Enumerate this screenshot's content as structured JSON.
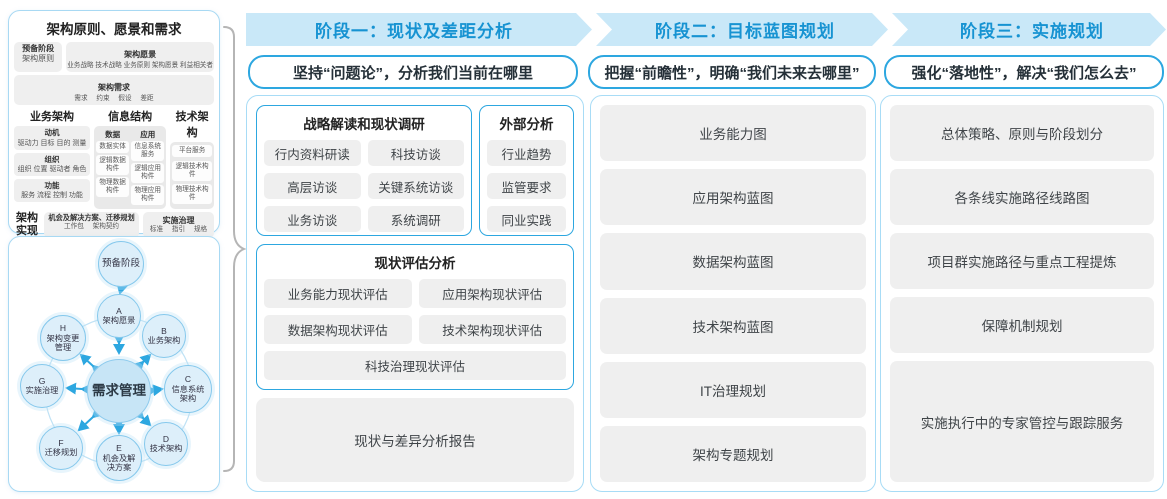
{
  "left_panel": {
    "title": "架构原则、愿景和需求",
    "prep_stage": {
      "title": "预备阶段",
      "sub": "架构原则"
    },
    "arch_vision": {
      "title": "架构愿景",
      "sub": "业务战略 技术战略 业务原则 架构愿景 利益相关者"
    },
    "arch_req": {
      "title": "架构需求",
      "sub": "需求 约束 假设 差距"
    },
    "biz": {
      "title": "业务架构",
      "boxes": [
        {
          "t": "动机",
          "s": "驱动力 目标 目的 测量"
        },
        {
          "t": "组织",
          "s": "组织 位置 驱动者 角色"
        },
        {
          "t": "功能",
          "s": "服务 流程 控制 功能"
        }
      ]
    },
    "info": {
      "title": "信息结构",
      "cols": [
        {
          "t": "数据",
          "items": [
            "数据实体",
            "逻辑数据构件",
            "物理数据构件"
          ]
        },
        {
          "t": "应用",
          "items": [
            "信息系统服务",
            "逻辑应用构件",
            "物理应用构件"
          ]
        }
      ]
    },
    "tech": {
      "title": "技术架构",
      "items": [
        "平台服务",
        "逻辑技术构件",
        "物理技术构件"
      ]
    },
    "impl": {
      "label": "架构实现",
      "box1": {
        "t": "机会及解决方案、迁移规划",
        "s": "工作包 架构契约"
      },
      "box2": {
        "t": "实施治理",
        "s": "标准 指引 规格"
      }
    }
  },
  "adm": {
    "prep": "预备阶段",
    "center": "需求管理",
    "nodes": [
      {
        "id": "A",
        "label": "架构愿景"
      },
      {
        "id": "B",
        "label": "业务架构"
      },
      {
        "id": "C",
        "label": "信息系统架构"
      },
      {
        "id": "D",
        "label": "技术架构"
      },
      {
        "id": "E",
        "label": "机会及解决方案"
      },
      {
        "id": "F",
        "label": "迁移规划"
      },
      {
        "id": "G",
        "label": "实施治理"
      },
      {
        "id": "H",
        "label": "架构变更管理"
      }
    ]
  },
  "phases": [
    {
      "banner": "阶段一：现状及差距分析",
      "subtitle": "坚持“问题论”，分析我们当前在哪里"
    },
    {
      "banner": "阶段二：目标蓝图规划",
      "subtitle": "把握“前瞻性”，明确“我们未来去哪里”"
    },
    {
      "banner": "阶段三：实施规划",
      "subtitle": "强化“落地性”，解决“我们怎么去”"
    }
  ],
  "phase1": {
    "research": {
      "title": "战略解读和现状调研",
      "items": [
        "行内资料研读",
        "科技访谈",
        "高层访谈",
        "关键系统访谈",
        "业务访谈",
        "系统调研"
      ]
    },
    "external": {
      "title": "外部分析",
      "items": [
        "行业趋势",
        "监管要求",
        "同业实践"
      ]
    },
    "assess": {
      "title": "现状评估分析",
      "items": [
        "业务能力现状评估",
        "应用架构现状评估",
        "数据架构现状评估",
        "技术架构现状评估",
        "科技治理现状评估"
      ]
    },
    "report": "现状与差异分析报告"
  },
  "phase2": {
    "items": [
      "业务能力图",
      "应用架构蓝图",
      "数据架构蓝图",
      "技术架构蓝图",
      "IT治理规划",
      "架构专题规划"
    ]
  },
  "phase3": {
    "items": [
      "总体策略、原则与阶段划分",
      "各条线实施路径线路图",
      "项目群实施路径与重点工程提炼",
      "保障机制规划",
      "实施执行中的专家管控与跟踪服务"
    ]
  },
  "colors": {
    "accent_blue": "#2da7e0",
    "banner_bg": "#c9e8f8",
    "banner_text": "#1793d2",
    "chip_bg": "#efefef",
    "panel_border": "#a8d9f3"
  }
}
